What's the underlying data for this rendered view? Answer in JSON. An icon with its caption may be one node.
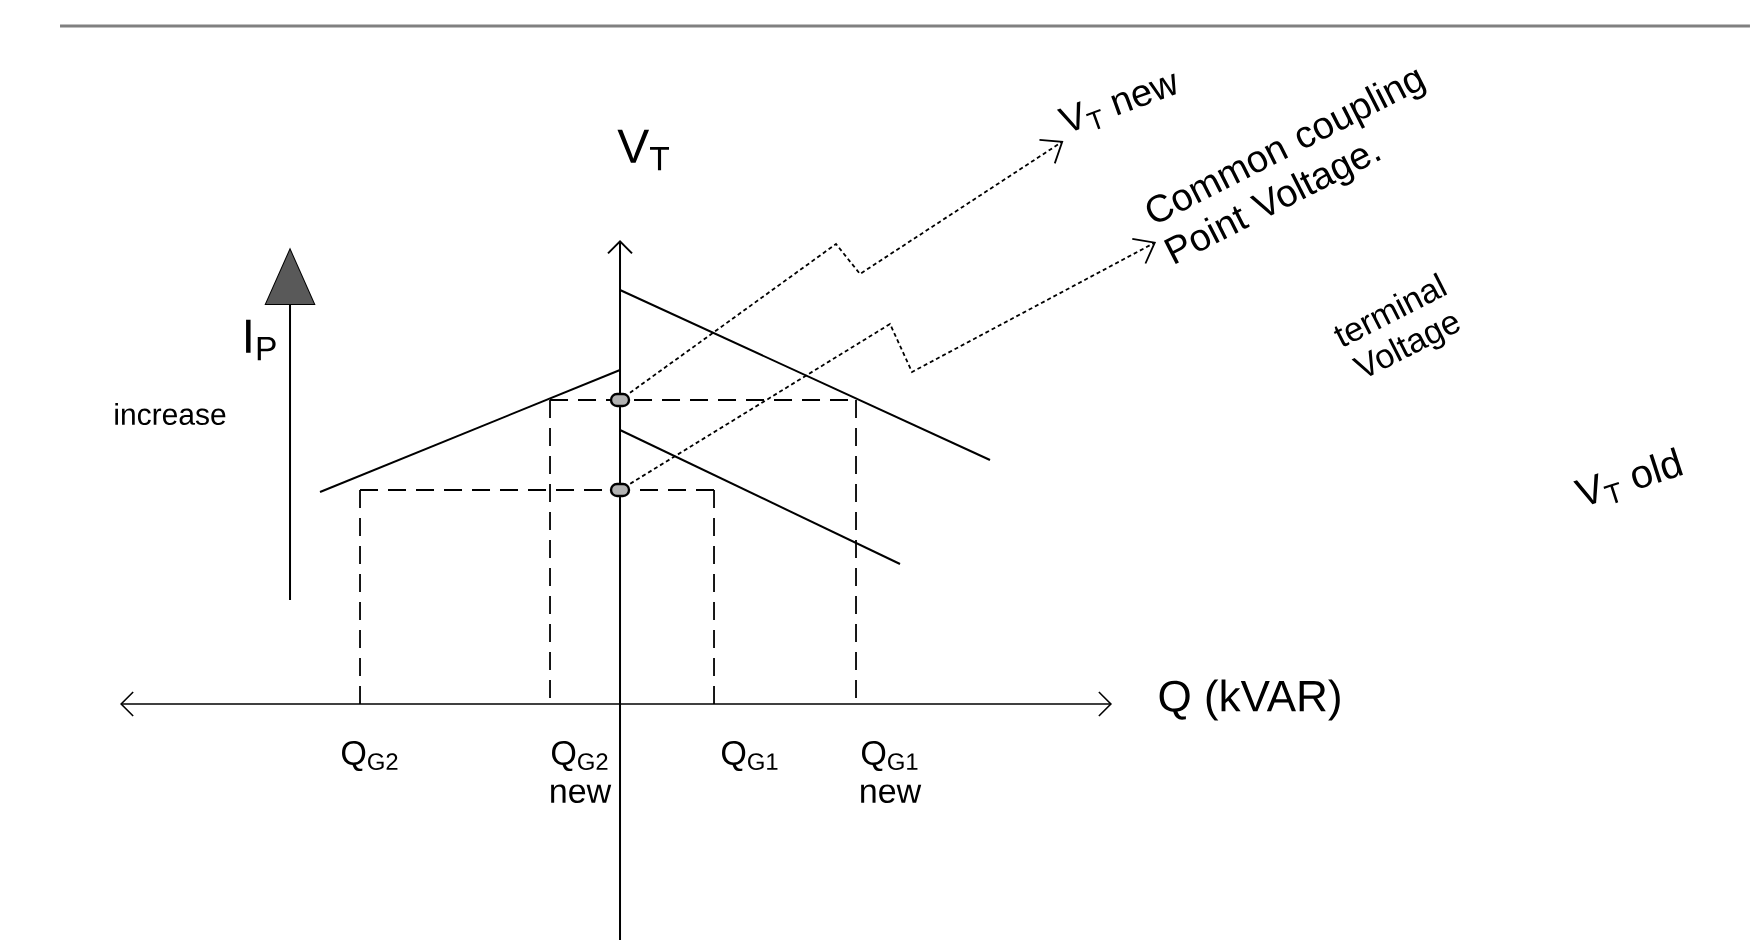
{
  "diagram": {
    "nodes": [
      {
        "text": [
          "V$_{T}$ new"
        ]
      },
      {
        "text": [
          "Common coupling Point Voltage."
        ]
      },
      {
        "text": [],
        "shape": "circle"
      },
      {
        "text": [],
        "shape": "circle"
      }
    ],
    "edges": [
      {
        "from": 2,
        "to": 0,
        "arrow": "to",
        "style": "dashed"
      },
      {
        "from": 3,
        "to": 1,
        "arrow": "to",
        "style": "dashed"
      }
    ],
    "labels": [
      "V$_{T}$",
      "I$_{P}$",
      "increase",
      "terminal Voltage",
      "V$_{T}$ old",
      "Q (kVAR)",
      "Q$_{G2}$",
      "Q$_{G2}$ new",
      "Q$_{G1}$",
      "Q$_{G1}$ new"
    ]
  }
}
